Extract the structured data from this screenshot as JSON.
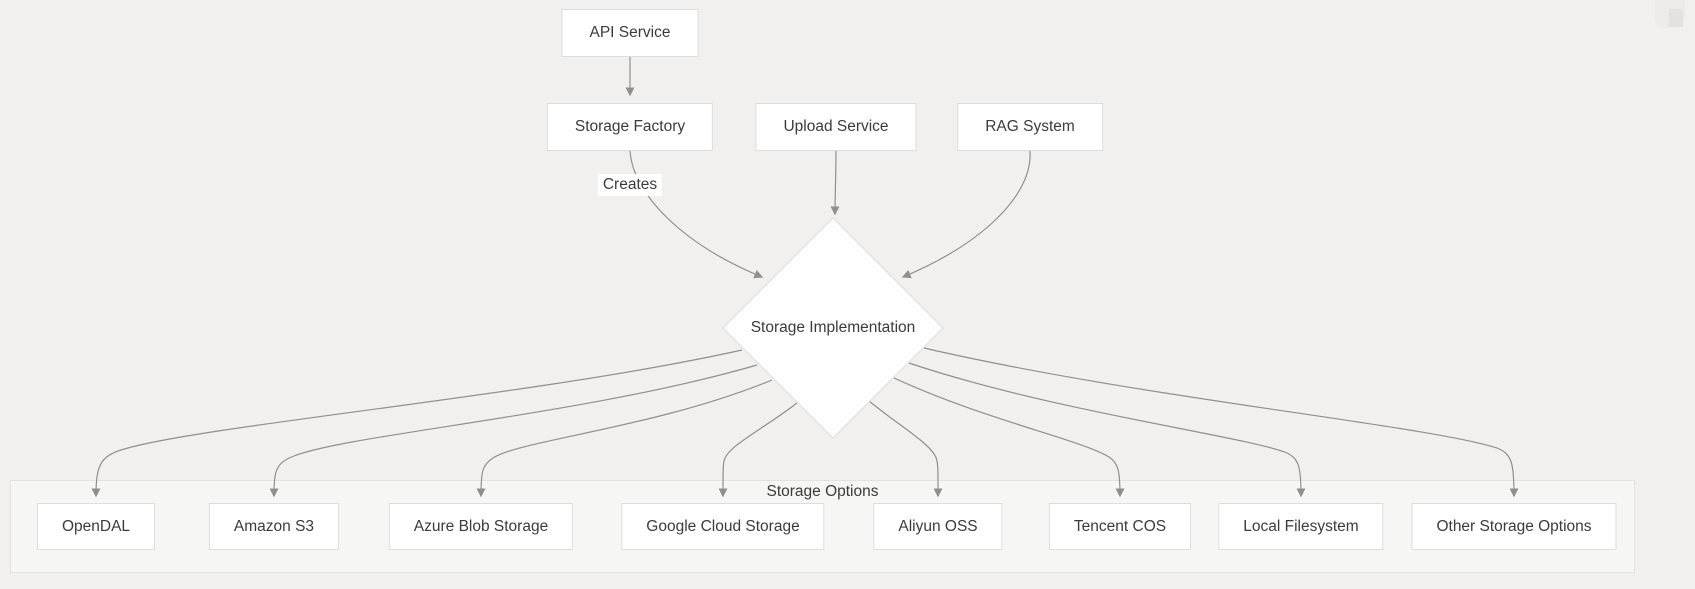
{
  "diagram": {
    "nodes": {
      "api_service": {
        "label": "API Service"
      },
      "storage_factory": {
        "label": "Storage Factory"
      },
      "upload_service": {
        "label": "Upload Service"
      },
      "rag_system": {
        "label": "RAG System"
      },
      "storage_implementation": {
        "label": "Storage Implementation"
      }
    },
    "creates_label": "Creates",
    "storage_options": {
      "title": "Storage Options",
      "items": [
        {
          "label": "OpenDAL"
        },
        {
          "label": "Amazon S3"
        },
        {
          "label": "Azure Blob Storage"
        },
        {
          "label": "Google Cloud Storage"
        },
        {
          "label": "Aliyun OSS"
        },
        {
          "label": "Tencent COS"
        },
        {
          "label": "Local Filesystem"
        },
        {
          "label": "Other Storage Options"
        }
      ]
    },
    "edges": [
      {
        "from": "API Service",
        "to": "Storage Factory",
        "label": ""
      },
      {
        "from": "Storage Factory",
        "to": "Storage Implementation",
        "label": "Creates"
      },
      {
        "from": "Upload Service",
        "to": "Storage Implementation",
        "label": ""
      },
      {
        "from": "RAG System",
        "to": "Storage Implementation",
        "label": ""
      },
      {
        "from": "Storage Implementation",
        "to": "OpenDAL",
        "label": ""
      },
      {
        "from": "Storage Implementation",
        "to": "Amazon S3",
        "label": ""
      },
      {
        "from": "Storage Implementation",
        "to": "Azure Blob Storage",
        "label": ""
      },
      {
        "from": "Storage Implementation",
        "to": "Google Cloud Storage",
        "label": ""
      },
      {
        "from": "Storage Implementation",
        "to": "Aliyun OSS",
        "label": ""
      },
      {
        "from": "Storage Implementation",
        "to": "Tencent COS",
        "label": ""
      },
      {
        "from": "Storage Implementation",
        "to": "Local Filesystem",
        "label": ""
      },
      {
        "from": "Storage Implementation",
        "to": "Other Storage Options",
        "label": ""
      }
    ],
    "colors": {
      "background": "#f1f0ee",
      "node_fill": "#ffffff",
      "node_border": "#dcdcdc",
      "group_fill": "#f6f6f4",
      "group_border": "#e3e2e0",
      "edge": "#8f8f8f",
      "text": "#3b3b3b"
    }
  }
}
